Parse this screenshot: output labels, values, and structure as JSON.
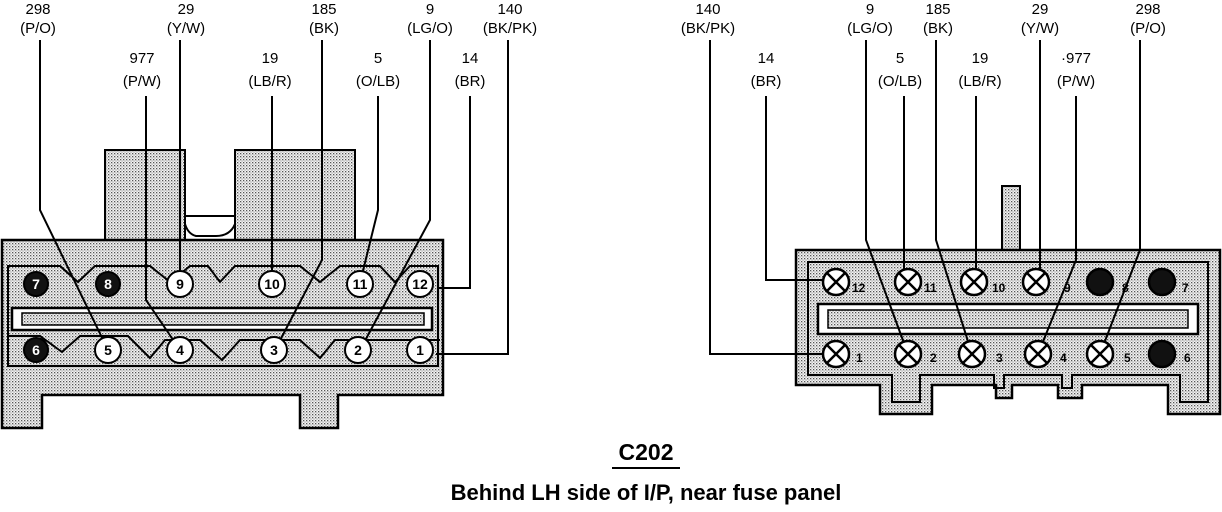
{
  "connector_id": "C202",
  "location": "Behind LH side of I/P, near fuse panel",
  "left_wires": [
    {
      "circuit": "298",
      "color": "(P/O)"
    },
    {
      "circuit": "977",
      "color": "(P/W)"
    },
    {
      "circuit": "29",
      "color": "(Y/W)"
    },
    {
      "circuit": "19",
      "color": "(LB/R)"
    },
    {
      "circuit": "185",
      "color": "(BK)"
    },
    {
      "circuit": "5",
      "color": "(O/LB)"
    },
    {
      "circuit": "9",
      "color": "(LG/O)"
    },
    {
      "circuit": "14",
      "color": "(BR)"
    },
    {
      "circuit": "140",
      "color": "(BK/PK)"
    }
  ],
  "right_wires": [
    {
      "circuit": "140",
      "color": "(BK/PK)"
    },
    {
      "circuit": "14",
      "color": "(BR)"
    },
    {
      "circuit": "9",
      "color": "(LG/O)"
    },
    {
      "circuit": "5",
      "color": "(O/LB)"
    },
    {
      "circuit": "185",
      "color": "(BK)"
    },
    {
      "circuit": "19",
      "color": "(LB/R)"
    },
    {
      "circuit": "29",
      "color": "(Y/W)"
    },
    {
      "circuit": "·977",
      "color": "(P/W)"
    },
    {
      "circuit": "298",
      "color": "(P/O)"
    }
  ],
  "left_pins": {
    "top": [
      "7",
      "8",
      "9",
      "10",
      "11",
      "12"
    ],
    "bottom": [
      "6",
      "5",
      "4",
      "3",
      "2",
      "1"
    ]
  },
  "right_pins": {
    "top": [
      "12",
      "11",
      "10",
      "9",
      "8",
      "7"
    ],
    "bottom": [
      "1",
      "2",
      "3",
      "4",
      "5",
      "6"
    ]
  }
}
